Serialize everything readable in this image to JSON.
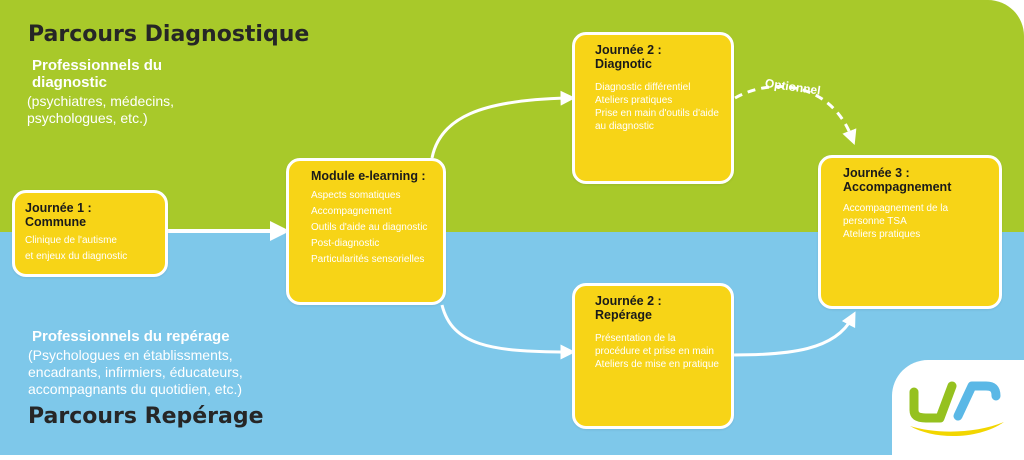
{
  "diagnostic": {
    "title": "Parcours Diagnostique",
    "group_title": "Professionnels du diagnostic",
    "group_sub": "(psychiatres, médecins, psychologues, etc.)"
  },
  "reperage": {
    "title": "Parcours Repérage",
    "group_title": "Professionnels du repérage",
    "group_sub": "(Psychologues en établissments, encadrants, infirmiers, éducateurs, accompagnants du quotidien, etc.)"
  },
  "day1": {
    "title": "Journée 1 : Commune",
    "items": [
      "Clinique de l'autisme",
      "et enjeux du diagnostic"
    ]
  },
  "module": {
    "title": "Module e-learning :",
    "items": [
      "Aspects somatiques",
      "Accompagnement",
      "Outils d'aide au diagnostic",
      "Post-diagnostic",
      "Particularités sensorielles"
    ]
  },
  "day2_diag": {
    "title": "Journée 2 : Diagnotic",
    "items": [
      "Diagnostic différentiel",
      "Ateliers pratiques",
      "Prise en main d'outils d'aide au diagnostic"
    ]
  },
  "day2_rep": {
    "title": "Journée 2 : Repérage",
    "items": [
      "Présentation de la procédure et prise en main",
      "Ateliers de mise en pratique"
    ]
  },
  "day3": {
    "title": "Journée 3 : Accompagnement",
    "items": [
      "Accompagnement de la personne TSA",
      "Ateliers pratiques"
    ]
  },
  "optional_label": "Optionnel",
  "colors": {
    "green": "#a8c92a",
    "blue": "#7ec8ea",
    "box": "#f7d417",
    "logo_yellow": "#f2d600",
    "logo_green": "#95c11f",
    "logo_blue": "#5bb8e6"
  }
}
